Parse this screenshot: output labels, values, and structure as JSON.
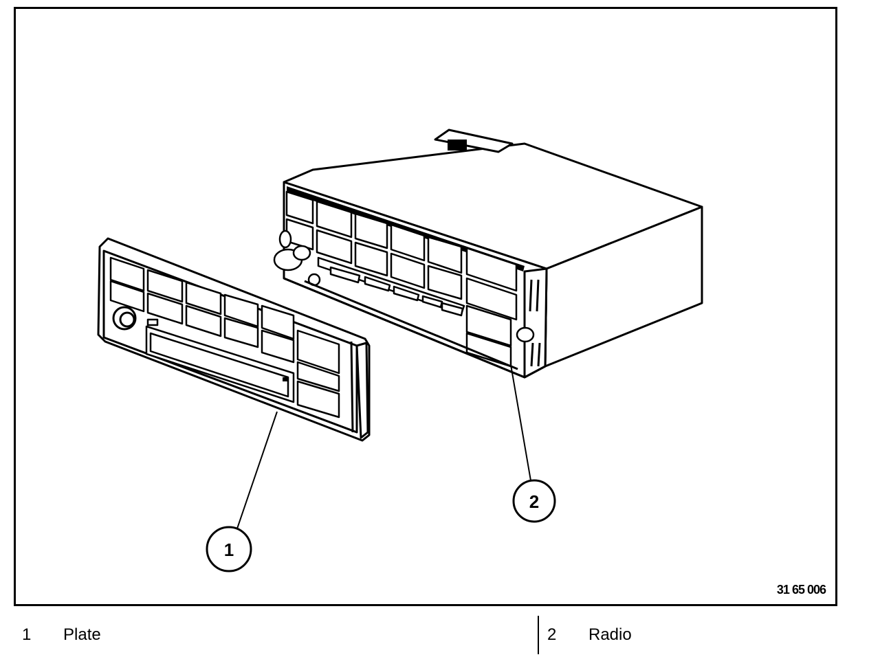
{
  "diagram": {
    "figure_code": "31 65 006",
    "callouts": [
      {
        "number": "1"
      },
      {
        "number": "2"
      }
    ]
  },
  "legend": [
    {
      "number": "1",
      "label": "Plate"
    },
    {
      "number": "2",
      "label": "Radio"
    }
  ]
}
